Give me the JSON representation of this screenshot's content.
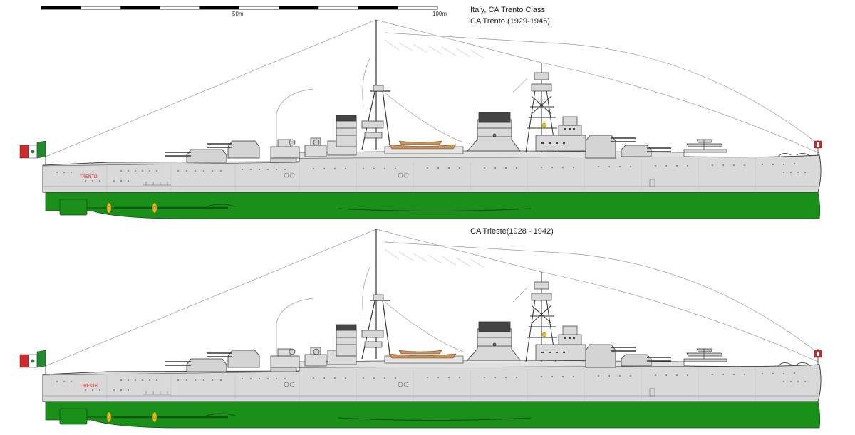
{
  "scale": {
    "mid_label": "50m",
    "end_label": "100m"
  },
  "header": {
    "class_title": "Italy, CA Trento Class",
    "ship1_title": "CA Trento (1929-1946)",
    "ship2_title": "CA Trieste(1928 - 1942)"
  },
  "ships": [
    {
      "hull_name": "TRENTO"
    },
    {
      "hull_name": "TRIESTE"
    }
  ],
  "colors": {
    "hull_gray": "#d9d9d9",
    "underwater_green": "#1a8f1a",
    "deck_wood": "#c8915a",
    "name_red": "#e02020",
    "outline": "#333333",
    "flag_green": "#1f8a2e",
    "flag_red": "#d22b2b"
  }
}
